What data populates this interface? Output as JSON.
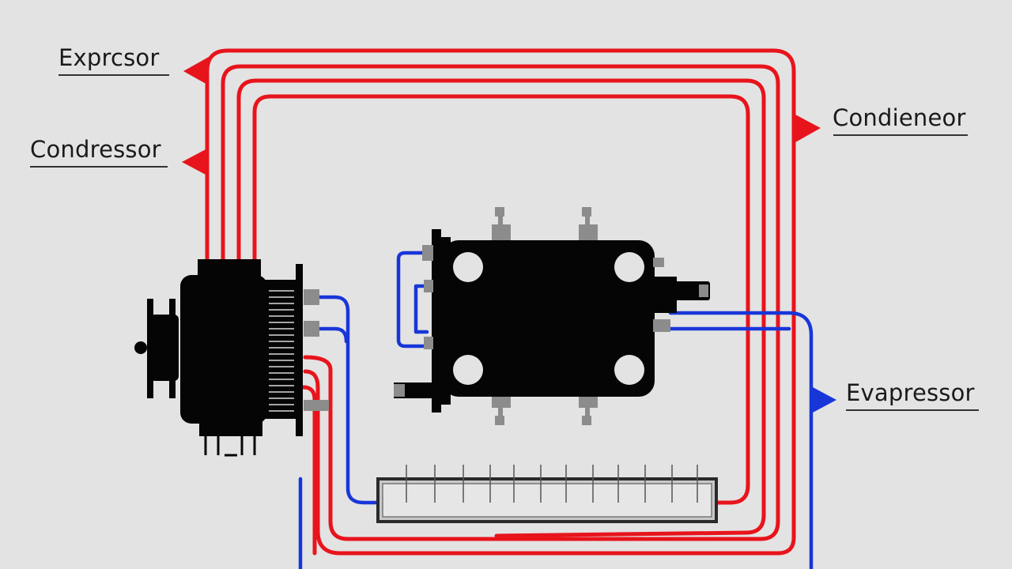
{
  "labels": {
    "top_left": "Exprcsor",
    "mid_left": "Condressor",
    "right_top": "Condieneor",
    "right_bottom": "Evapressor"
  },
  "colors": {
    "background": "#e3e3e3",
    "hot_line": "#e8141c",
    "cold_line": "#1836d8",
    "component": "#050505",
    "fitting": "#8c8c8c",
    "text": "#1a1a1a"
  }
}
